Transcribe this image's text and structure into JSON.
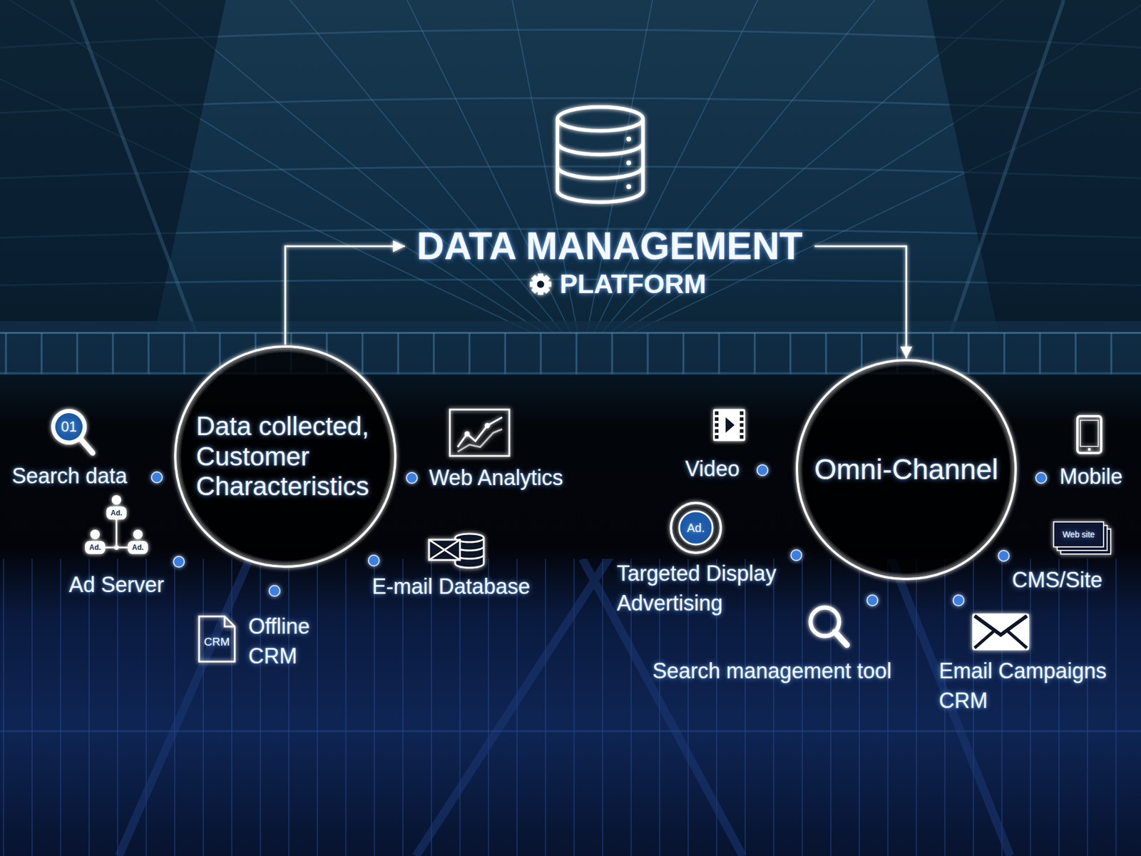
{
  "diagram": {
    "nodes": [
      {
        "text": [
          "DATA MANAGEMENT",
          "PLATFORM"
        ]
      },
      {
        "text": [
          "Data collected, Customer Characteristics"
        ]
      },
      {
        "text": [
          "Omni-Channel"
        ]
      }
    ],
    "edges": [
      {
        "from": 1,
        "to": 0,
        "arrow": "to"
      },
      {
        "from": 0,
        "to": 2,
        "arrow": "to"
      }
    ],
    "labels": [
      "01",
      "Search data",
      "Ad.",
      "Ad.",
      "Ad.",
      "Ad Server",
      "CRM",
      "Offline CRM",
      "Web Analytics",
      "E-mail Database",
      "Video",
      "Ad.",
      "Targeted Display Advertising",
      "Search management tool",
      "Mobile",
      "Web site",
      "CMS/Site",
      "Email Campaigns CRM"
    ]
  }
}
